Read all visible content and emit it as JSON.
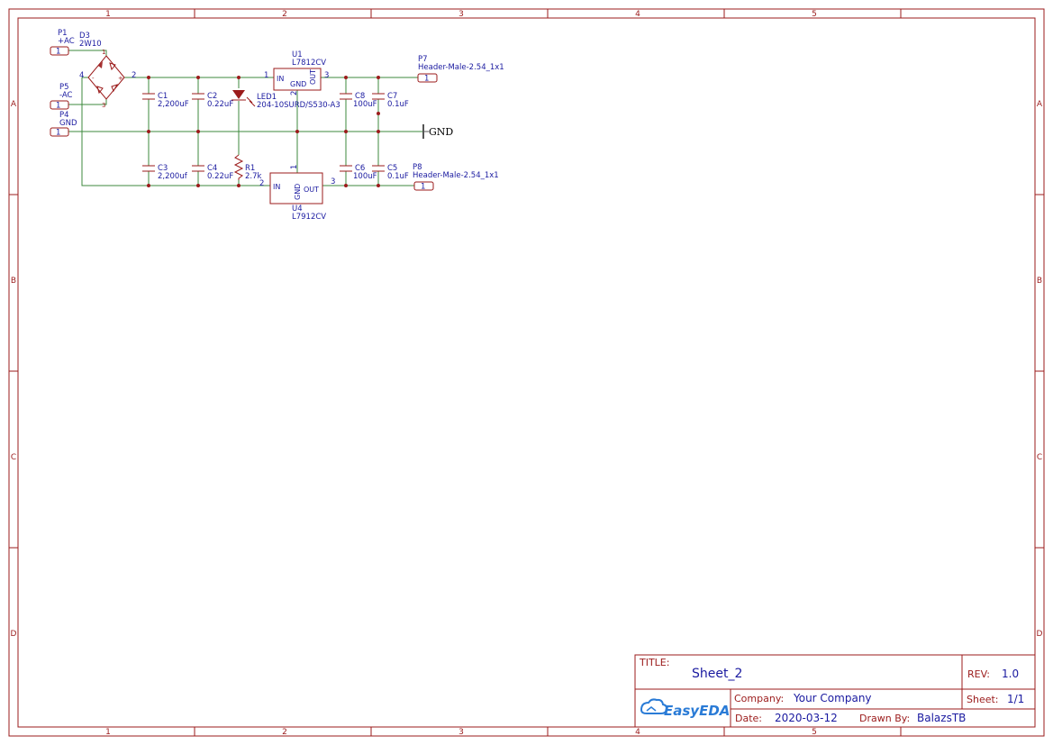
{
  "frame": {
    "columns": [
      "1",
      "2",
      "3",
      "4",
      "5"
    ],
    "rows": [
      "A",
      "B",
      "C",
      "D"
    ]
  },
  "components": {
    "p1": {
      "ref": "P1",
      "value": "+AC",
      "pin": "1"
    },
    "p5": {
      "ref": "P5",
      "value": "-AC",
      "pin": "1"
    },
    "p4": {
      "ref": "P4",
      "value": "GND",
      "pin": "1"
    },
    "d3": {
      "ref": "D3",
      "value": "2W10",
      "pin_left": "4",
      "pin_right": "2",
      "pin_top": "1",
      "pin_bottom": "3"
    },
    "c1": {
      "ref": "C1",
      "value": "2,200uF"
    },
    "c2": {
      "ref": "C2",
      "value": "0.22uF"
    },
    "c3": {
      "ref": "C3",
      "value": "2,200uf"
    },
    "c4": {
      "ref": "C4",
      "value": "0.22uF"
    },
    "led1": {
      "ref": "LED1",
      "value": "204-10SURD/S530-A3"
    },
    "r1": {
      "ref": "R1",
      "value": "2.7k"
    },
    "u1": {
      "ref": "U1",
      "value": "L7812CV",
      "in": "IN",
      "gnd": "GND",
      "out": "OUT",
      "pin_in": "1",
      "pin_gnd": "2",
      "pin_out": "3"
    },
    "u4": {
      "ref": "U4",
      "value": "L7912CV",
      "in": "IN",
      "gnd": "GND",
      "out": "OUT",
      "pin_in": "2",
      "pin_gnd": "1",
      "pin_out": "3"
    },
    "c8": {
      "ref": "C8",
      "value": "100uF"
    },
    "c7": {
      "ref": "C7",
      "value": "0.1uF"
    },
    "c6": {
      "ref": "C6",
      "value": "100uF"
    },
    "c5": {
      "ref": "C5",
      "value": "0.1uF"
    },
    "p7": {
      "ref": "P7",
      "value": "Header-Male-2.54_1x1",
      "pin": "1"
    },
    "p8": {
      "ref": "P8",
      "value": "Header-Male-2.54_1x1",
      "pin": "1"
    },
    "gnd": {
      "label": "GND"
    }
  },
  "title_block": {
    "title_label": "TITLE:",
    "title": "Sheet_2",
    "rev_label": "REV:",
    "rev": "1.0",
    "company_label": "Company:",
    "company": "Your Company",
    "sheet_label": "Sheet:",
    "sheet": "1/1",
    "date_label": "Date:",
    "date": "2020-03-12",
    "drawn_label": "Drawn By:",
    "drawn_by": "BalazsTB",
    "logo_text": "EasyEDA"
  },
  "colors": {
    "frame": "#9b1b1b",
    "wire": "#3c8a3c",
    "text": "#1a1aa0",
    "logo": "#2a7bd6"
  }
}
